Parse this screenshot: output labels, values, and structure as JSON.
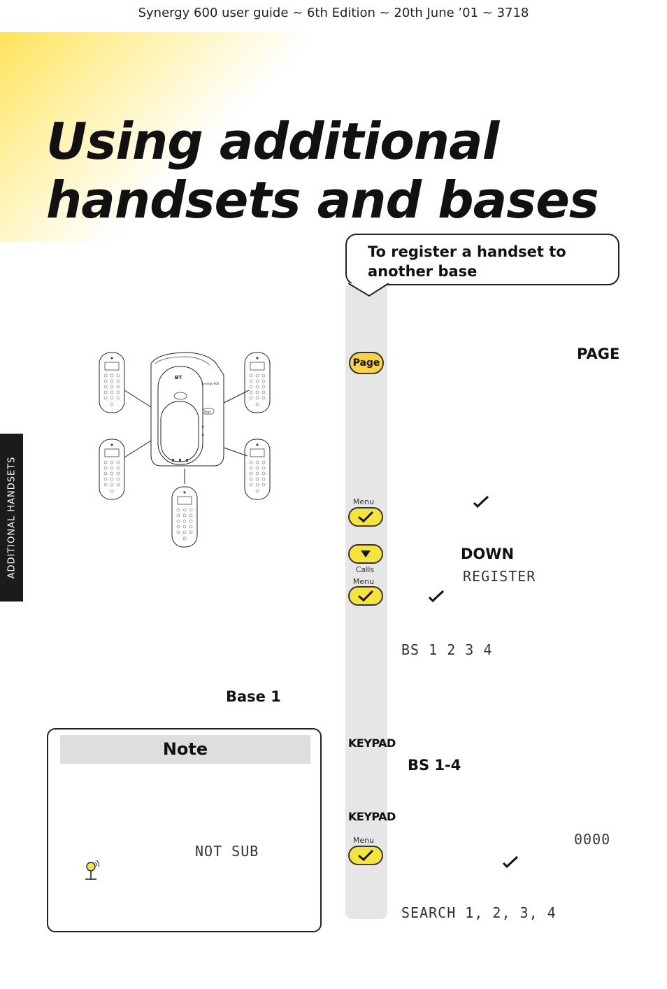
{
  "header": {
    "text": "Synergy 600 user guide ~ 6th Edition ~ 20th June ’01 ~ 3718"
  },
  "title": {
    "line1": "Using additional",
    "line2": "handsets and bases"
  },
  "side_tab": {
    "label": "ADDITIONAL HANDSETS"
  },
  "diagram": {
    "base_brand": "BT",
    "base_model": "Synergy 600",
    "base_button": "Page"
  },
  "left_column": {
    "base_label": "Base 1"
  },
  "note": {
    "heading": "Note",
    "display_text": "NOT SUB",
    "icon": "aerial-signal-icon"
  },
  "register_panel": {
    "title": "To register a handset to another base",
    "page_key": "Page",
    "page_word": "PAGE",
    "menu_label_1": "Menu",
    "down_word": "DOWN",
    "calls_label": "Calls",
    "menu_label_2": "Menu",
    "register_display": "REGISTER",
    "bs_display": "BS 1 2 3 4",
    "keypad_1": "KEYPAD",
    "bs_range": "BS 1-4",
    "keypad_2": "KEYPAD",
    "menu_label_3": "Menu",
    "pin_display": "0000",
    "search_display": "SEARCH 1, 2, 3, 4"
  },
  "colors": {
    "key_yellow": "#f6e436",
    "page_key": "#fbd43a",
    "column_gray": "#e6e6e6",
    "glow": "#ffe35a"
  }
}
